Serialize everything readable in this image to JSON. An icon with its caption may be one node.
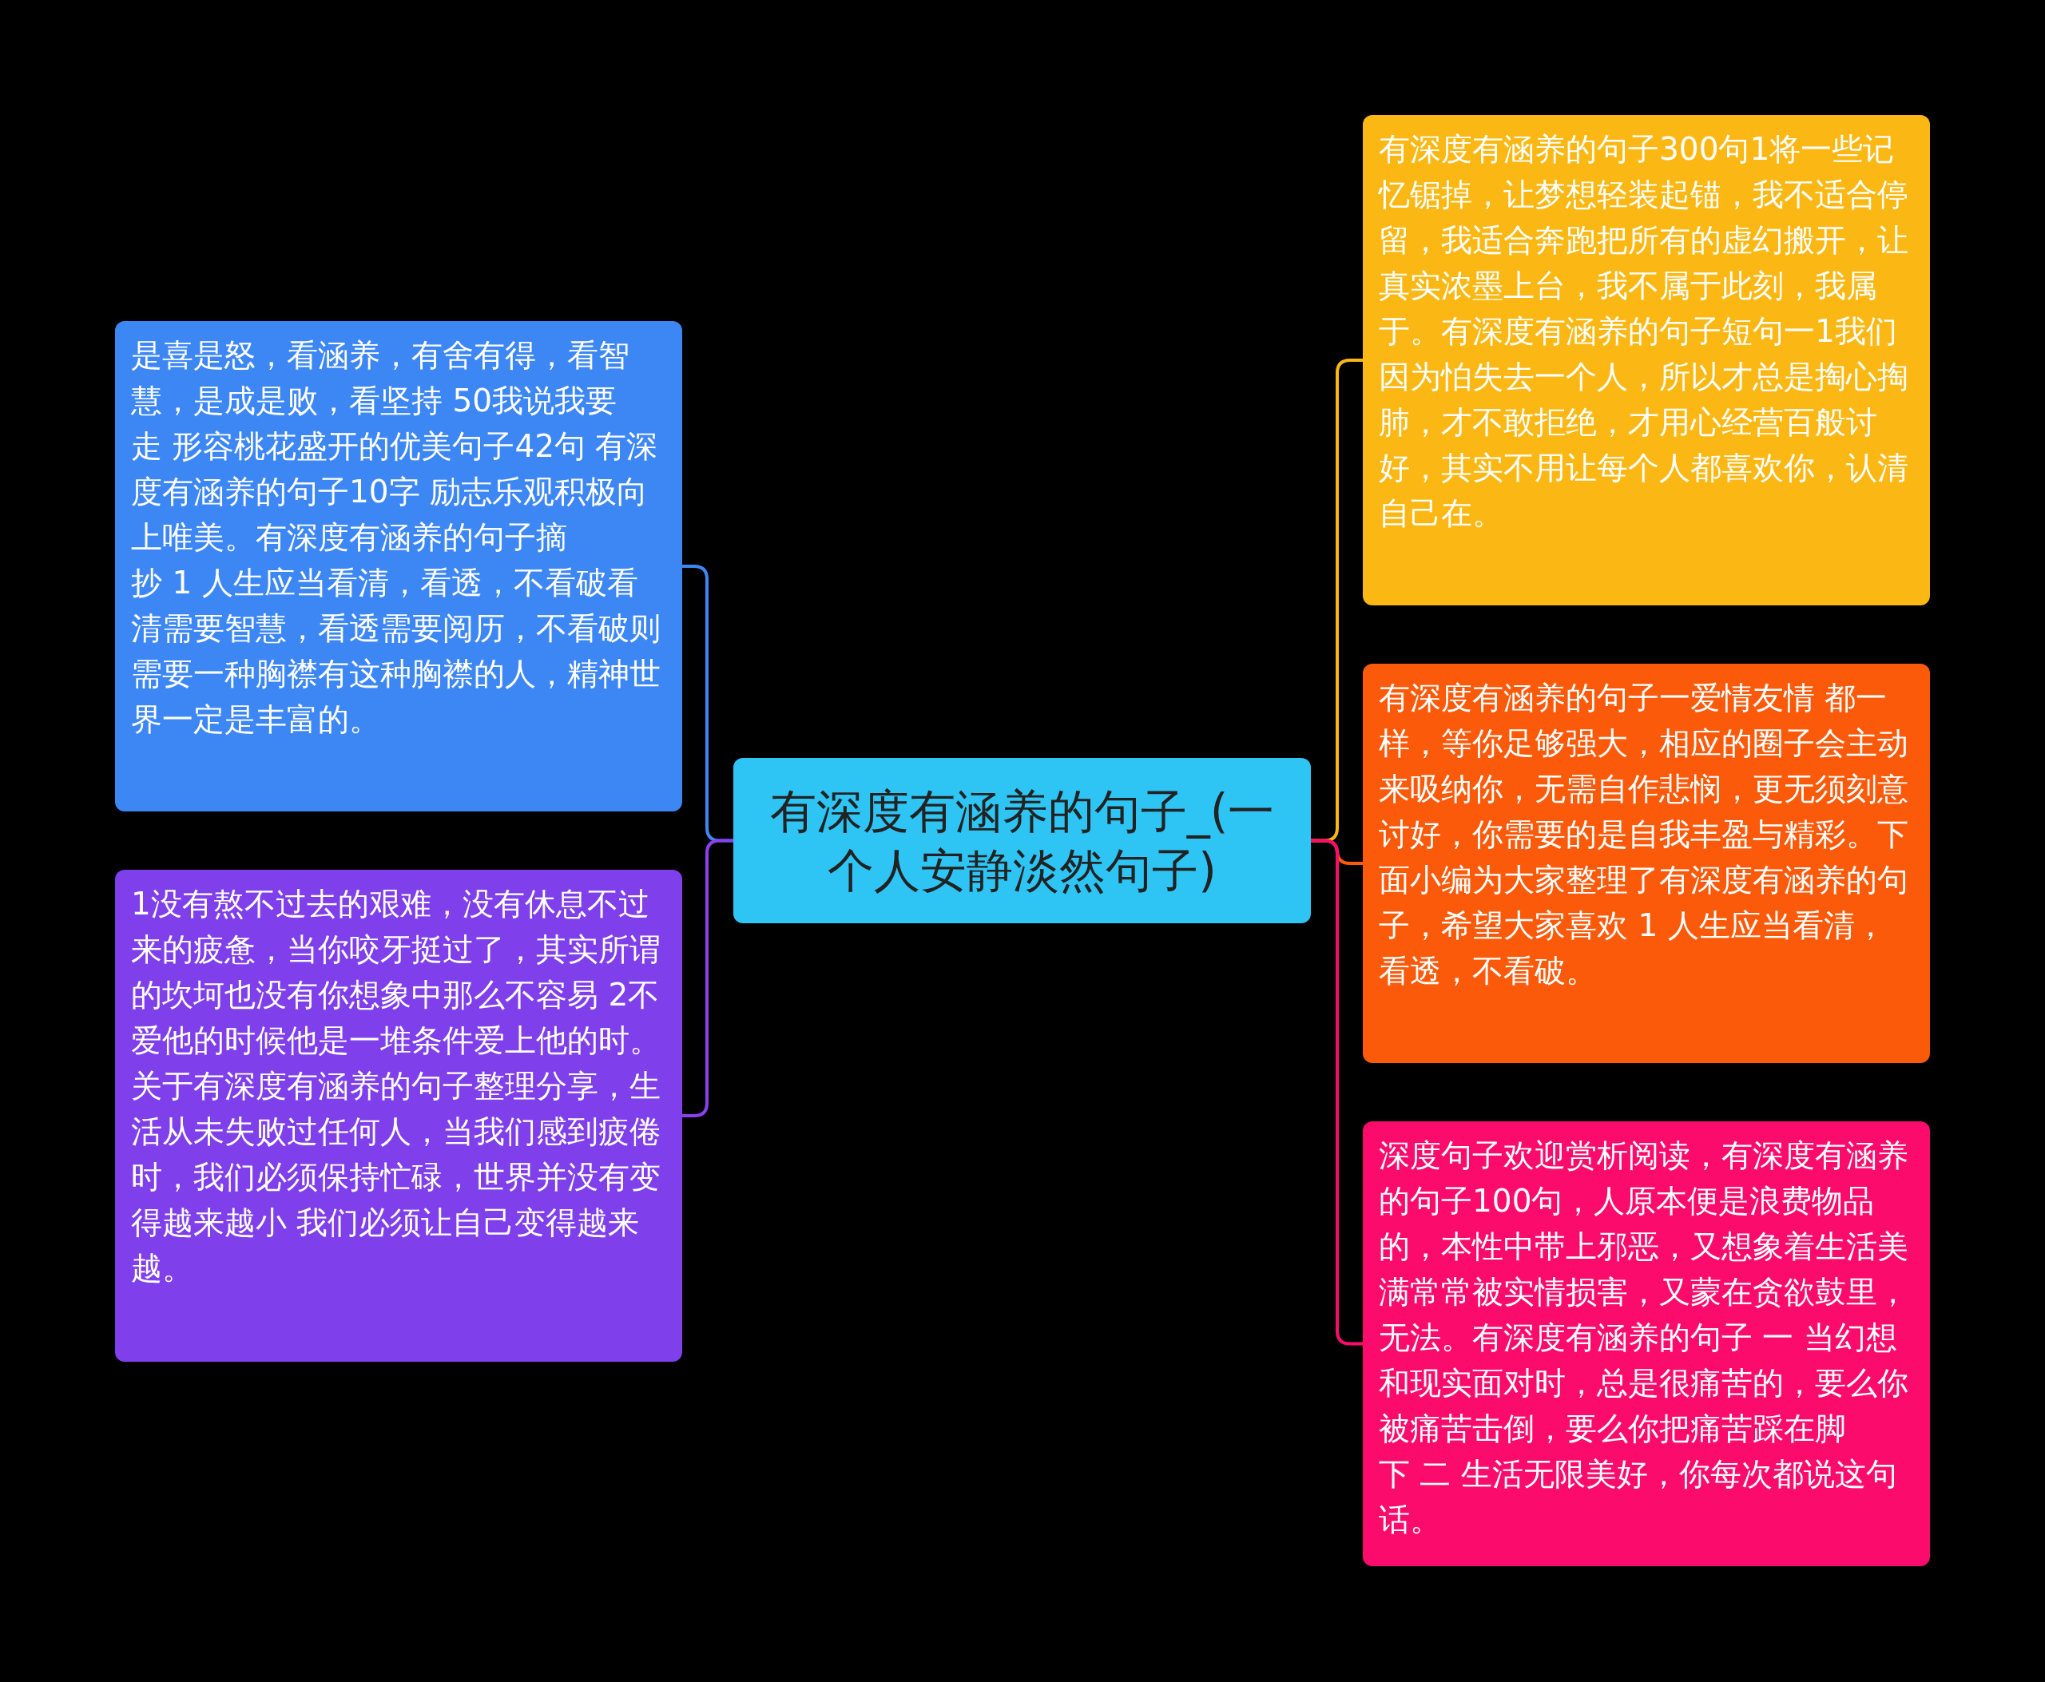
{
  "diagram": {
    "nodes": [
      {
        "text": [
          "有深度有涵养的句子_(一个人安静淡然句子)"
        ]
      },
      {
        "text": [
          "是喜是怒，看涵养，有舍有得，看智慧，是成是败，看坚持 50我说我要走 形容桃花盛开的优美句子42句 有深度有涵养的句子10字 励志乐观积极向上唯美。有深度有涵养的句子摘抄 1 人生应当看清，看透，不看破看清需要智慧，看透需要阅历，不看破则需要一种胸襟有这种胸襟的人，精神世界一定是丰富的。"
        ]
      },
      {
        "text": [
          "1没有熬不过去的艰难，没有休息不过来的疲惫，当你咬牙挺过了，其实所谓的坎坷也没有你想象中那么不容易 2不爱他的时候他是一堆条件爱上他的时。关于有深度有涵养的句子整理分享，生活从未失败过任何人，当我们感到疲倦时，我们必须保持忙碌，世界并没有变得越来越小 我们必须让自己变得越来越。"
        ]
      },
      {
        "text": [
          "有深度有涵养的句子300句1将一些记忆锯掉，让梦想轻装起锚，我不适合停留，我适合奔跑把所有的虚幻搬开，让真实浓墨上台，我不属于此刻，我属于。有深度有涵养的句子短句一1我们因为怕失去一个人，所以才总是掏心掏肺，才不敢拒绝，才用心经营百般讨好，其实不用让每个人都喜欢你，认清自己在。"
        ]
      },
      {
        "text": [
          "有深度有涵养的句子一爱情友情 都一样，等你足够强大，相应的圈子会主动来吸纳你，无需自作悲悯，更无须刻意讨好，你需要的是自我丰盈与精彩。下面小编为大家整理了有深度有涵养的句子，希望大家喜欢 1 人生应当看清，看透，不看破。"
        ]
      },
      {
        "text": [
          "深度句子欢迎赏析阅读，有深度有涵养的句子100句，人原本便是浪费物品的，本性中带上邪恶，又想象着生活美满常常被实情损害，又蒙在贪欲鼓里，无法。有深度有涵养的句子 一 当幻想和现实面对时，总是很痛苦的，要么你被痛苦击倒，要么你把痛苦踩在脚下 二 生活无限美好，你每次都说这句话。"
        ]
      }
    ],
    "edges": [
      {
        "from": 0,
        "to": 1,
        "arrow": "none",
        "color": "#3d87f5"
      },
      {
        "from": 0,
        "to": 2,
        "arrow": "none",
        "color": "#8a3ff0"
      },
      {
        "from": 0,
        "to": 3,
        "arrow": "none",
        "color": "#fbb814"
      },
      {
        "from": 0,
        "to": 4,
        "arrow": "none",
        "color": "#fb5a0a"
      },
      {
        "from": 0,
        "to": 5,
        "arrow": "none",
        "color": "#fb0c6c"
      }
    ]
  }
}
